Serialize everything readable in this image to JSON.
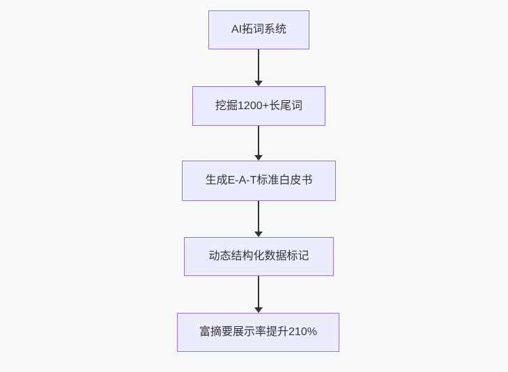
{
  "flowchart": {
    "type": "flowchart",
    "direction": "top-down",
    "nodes": [
      {
        "id": "n0",
        "label": "AI拓词系统"
      },
      {
        "id": "n1",
        "label": "挖掘1200+长尾词"
      },
      {
        "id": "n2",
        "label": "生成E-A-T标准白皮书"
      },
      {
        "id": "n3",
        "label": "动态结构化数据标记"
      },
      {
        "id": "n4",
        "label": "富摘要展示率提升210%"
      }
    ],
    "edges": [
      {
        "from": "n0",
        "to": "n1"
      },
      {
        "from": "n1",
        "to": "n2"
      },
      {
        "from": "n2",
        "to": "n3"
      },
      {
        "from": "n3",
        "to": "n4"
      }
    ]
  },
  "colors": {
    "canvas-bg": "#f8f8f8",
    "node-fill": "#ececff",
    "node-border": "#9370db",
    "arrow-color": "#333333",
    "text-color": "#333333"
  }
}
